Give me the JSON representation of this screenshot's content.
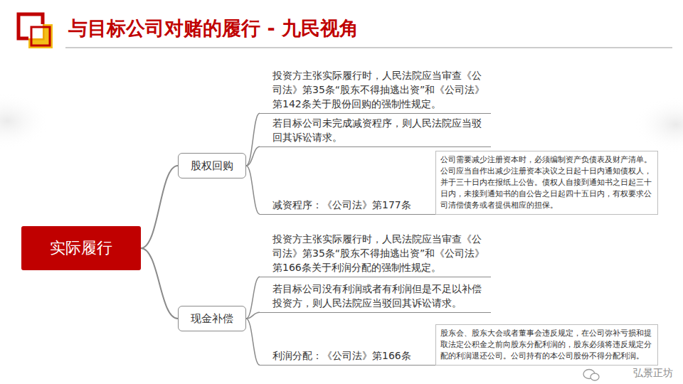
{
  "diagram": {
    "title": "与目标公司对赌的履行  - 九民视角",
    "nodes": [
      {
        "text": [
          "实际履行"
        ]
      },
      {
        "text": [
          "股权回购"
        ]
      },
      {
        "text": [
          "投资方主张实际履行时，人民法院应当审查《公司法》第35条“股东不得抽逃出资”和《公司法》第142条关于股份回购的强制性规定。"
        ]
      },
      {
        "text": [
          "若目标公司未完成减资程序，则人民法院应当驳回其诉讼请求。"
        ]
      },
      {
        "text": [
          "减资程序：《公司法》第177条"
        ]
      },
      {
        "text": [
          "公司需要减少注册资本时，必须编制资产负债表及财产清单。公司应当自作出减少注册资本决议之日起十日内通知债权人，并于三十日内在报纸上公告。债权人自接到通知书之日起三十日内，未接到通知书的自公告之日起四十五日内，有权要求公司清偿债务或者提供相应的担保。"
        ]
      },
      {
        "text": [
          "现金补偿"
        ]
      },
      {
        "text": [
          "投资方主张实际履行时，人民法院应当审查《公司法》第35条“股东不得抽逃出资”和《公司法》第166条关于利润分配的强制性规定。"
        ]
      },
      {
        "text": [
          "若目标公司没有利润或者有利润但是不足以补偿投资方，则人民法院应当驳回其诉讼请求。"
        ]
      },
      {
        "text": [
          "利润分配：《公司法》第166条"
        ]
      },
      {
        "text": [
          "股东会、股东大会或者董事会违反规定，在公司弥补亏损和提取法定公积金之前向股东分配利润的，股东必须将违反规定分配的利润退还公司。公司持有的本公司股份不得分配利润。"
        ]
      }
    ],
    "edges": [
      {
        "from": 0,
        "to": 1,
        "arrow": "none"
      },
      {
        "from": 0,
        "to": 6,
        "arrow": "none"
      },
      {
        "from": 1,
        "to": 2,
        "arrow": "none"
      },
      {
        "from": 1,
        "to": 3,
        "arrow": "none"
      },
      {
        "from": 1,
        "to": 4,
        "arrow": "none"
      },
      {
        "from": 4,
        "to": 5,
        "arrow": "none"
      },
      {
        "from": 6,
        "to": 7,
        "arrow": "none"
      },
      {
        "from": 6,
        "to": 8,
        "arrow": "none"
      },
      {
        "from": 6,
        "to": 9,
        "arrow": "none"
      },
      {
        "from": 9,
        "to": 10,
        "arrow": "none"
      }
    ],
    "labels": [
      "弘景正坊"
    ]
  }
}
